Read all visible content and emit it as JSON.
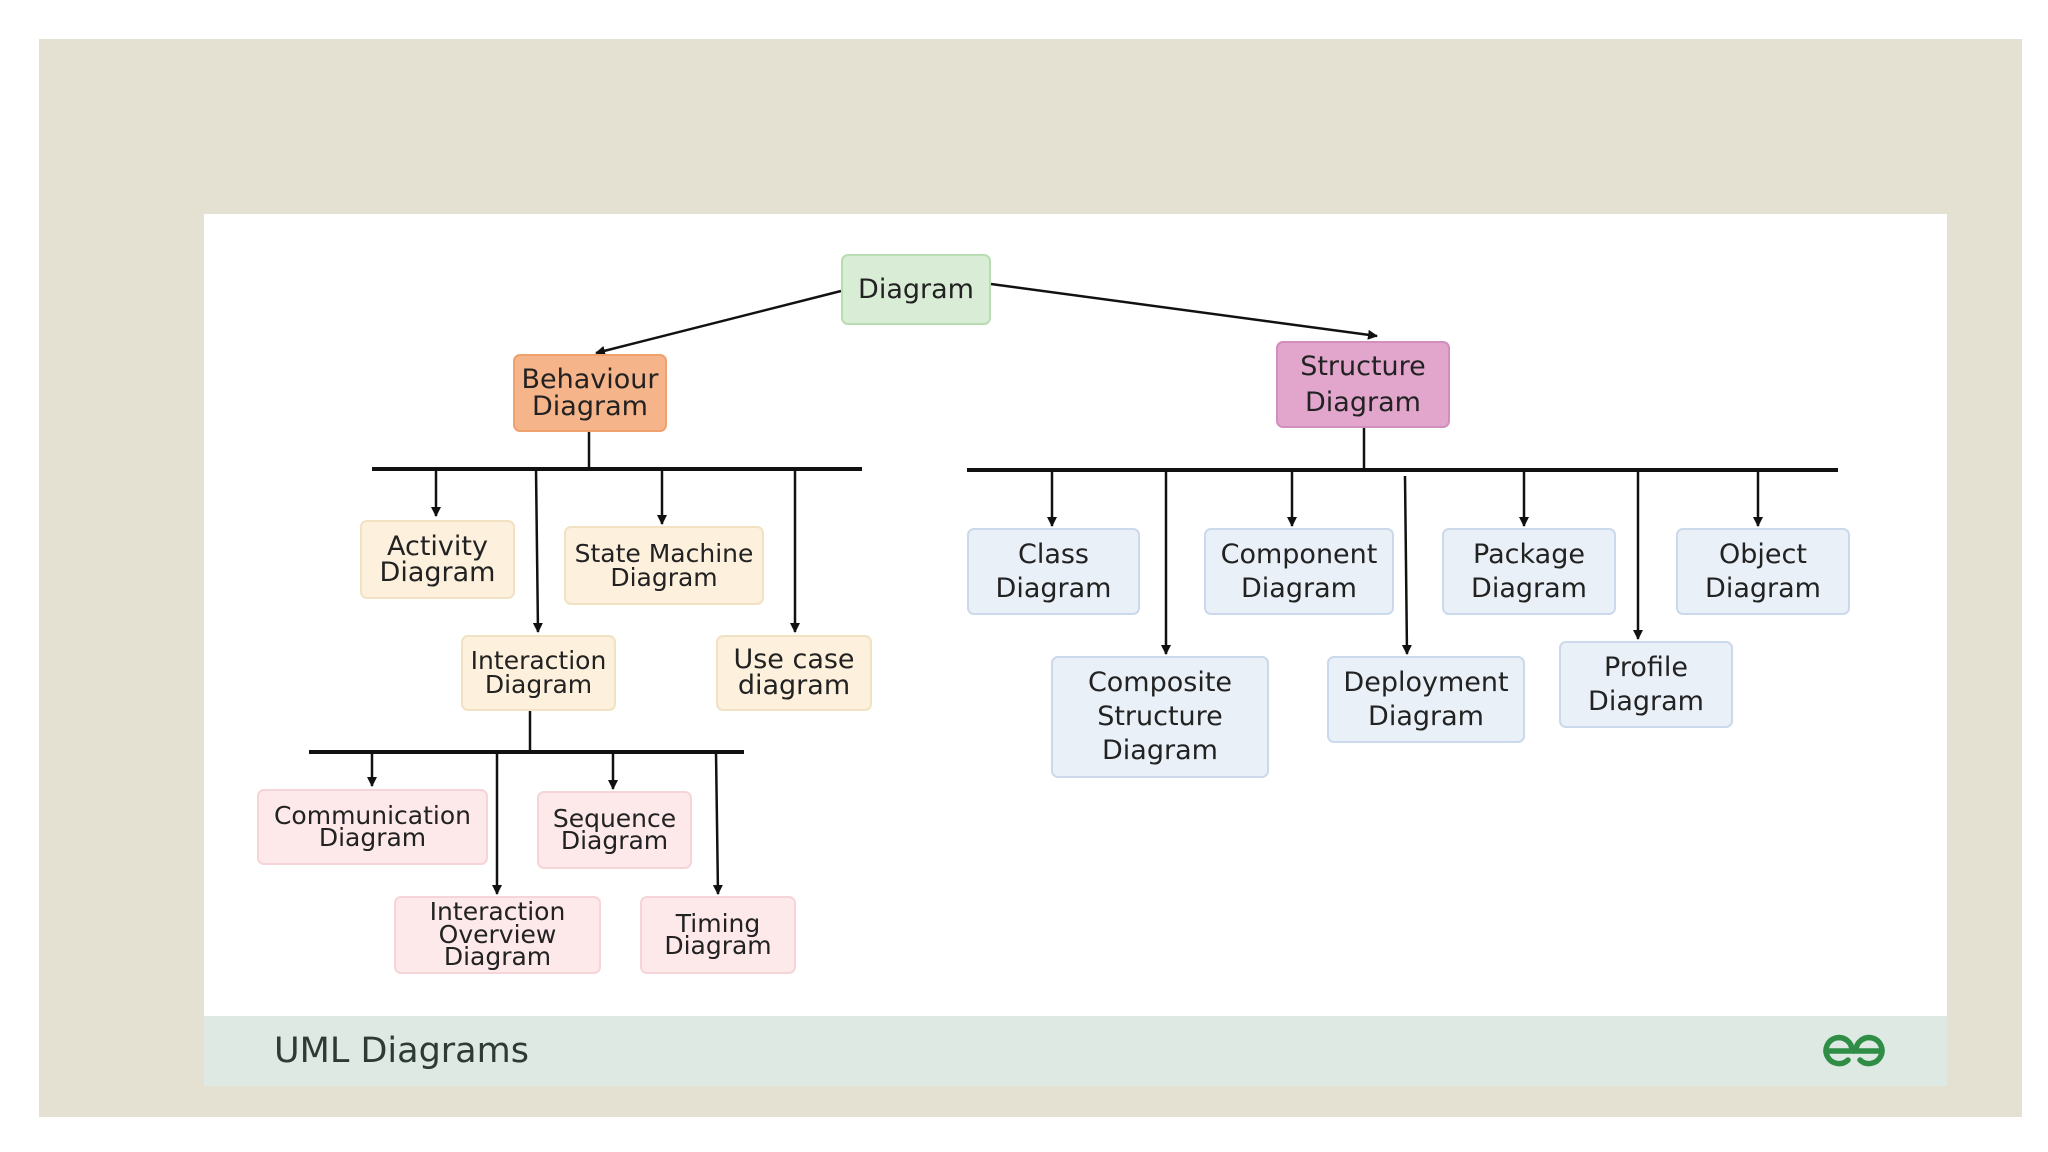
{
  "diagram": {
    "root": "Diagram",
    "behaviour": "Behaviour\nDiagram",
    "structure": "Structure\nDiagram",
    "activity": "Activity\nDiagram",
    "state_machine": "State Machine\nDiagram",
    "interaction": "Interaction\nDiagram",
    "use_case": "Use case\ndiagram",
    "communication": "Communication\nDiagram",
    "sequence": "Sequence\nDiagram",
    "interaction_overview": "Interaction\nOverview\nDiagram",
    "timing": "Timing\nDiagram",
    "class": "Class\nDiagram",
    "component": "Component\nDiagram",
    "package": "Package\nDiagram",
    "object": "Object\nDiagram",
    "composite_structure": "Composite\nStructure\nDiagram",
    "deployment": "Deployment\nDiagram",
    "profile": "Profile\nDiagram"
  },
  "footer": {
    "title": "UML Diagrams"
  },
  "colors": {
    "root": "#d8ecd6",
    "behaviour": "#f6b48a",
    "structure": "#e2a6cd",
    "behaviour_children": "#fdf0dd",
    "interaction_children": "#fde8ea",
    "structure_children": "#e9f0f8",
    "footer_band": "#dde9e2",
    "frame": "#e4e0d2",
    "logo": "#2f8d46"
  },
  "icons": {
    "logo": "geeksforgeeks-logo-icon"
  }
}
